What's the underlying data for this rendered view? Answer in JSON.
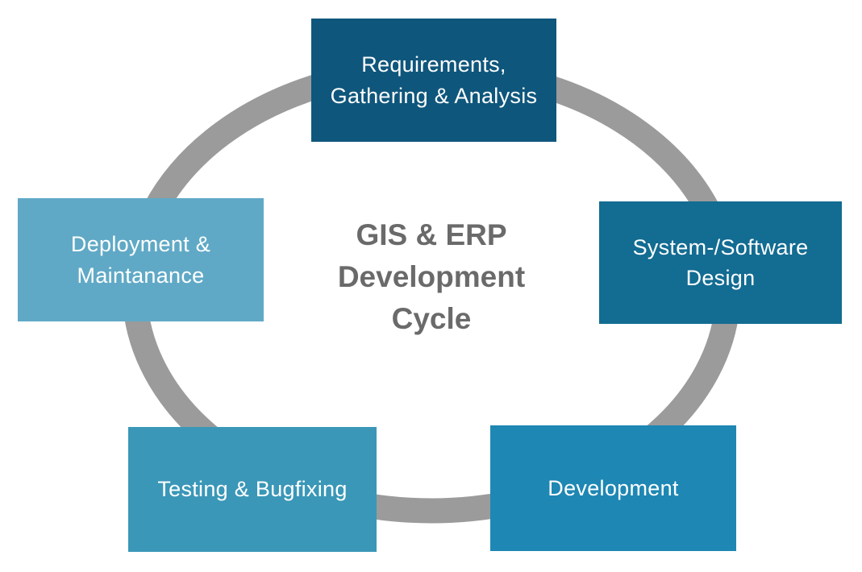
{
  "diagram": {
    "title": "GIS & ERP\nDevelopment\nCycle",
    "title_color": "#6A6A6A",
    "ring_color": "#9B9B9B",
    "background_color": "#FFFFFF",
    "label_text_color": "#FFFFFF",
    "stages": [
      {
        "id": "requirements-gathering-analysis",
        "label": "Requirements,\nGathering & Analysis",
        "color": "#0F567C",
        "position": "top"
      },
      {
        "id": "system-software-design",
        "label": "System-/Software\nDesign",
        "color": "#136C92",
        "position": "right"
      },
      {
        "id": "development",
        "label": "Development",
        "color": "#1E87B4",
        "position": "bottom-right"
      },
      {
        "id": "testing-bugfixing",
        "label": "Testing & Bugfixing",
        "color": "#3A97B8",
        "position": "bottom-left"
      },
      {
        "id": "deployment-maintanance",
        "label": "Deployment &\nMaintanance",
        "color": "#60A9C6",
        "position": "left"
      }
    ]
  }
}
